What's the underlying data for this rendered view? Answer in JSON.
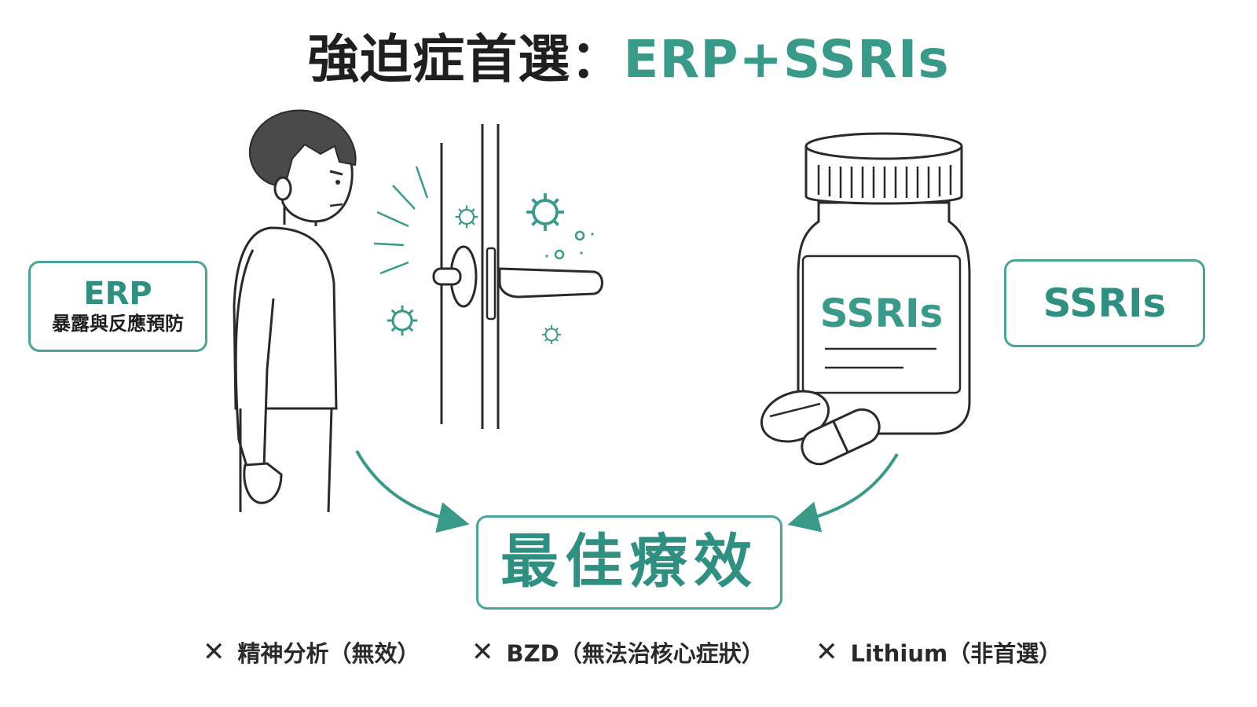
{
  "title": {
    "main": "強迫症首選：",
    "accent": "ERP+SSRIs"
  },
  "erp_box": {
    "label": "ERP",
    "sublabel": "暴露與反應預防"
  },
  "bottle": {
    "label": "SSRIs"
  },
  "ssri_box": {
    "label": "SSRIs"
  },
  "result_box": {
    "label": "最佳療效"
  },
  "not_recommended": [
    {
      "mark": "✕",
      "text": "精神分析（無效）"
    },
    {
      "mark": "✕",
      "text": "BZD（無法治核心症狀）"
    },
    {
      "mark": "✕",
      "text": "Lithium（非首選）"
    }
  ],
  "colors": {
    "accent": "#3a9a8a",
    "line": "#2a2a2a",
    "hair": "#4a4a4a"
  }
}
